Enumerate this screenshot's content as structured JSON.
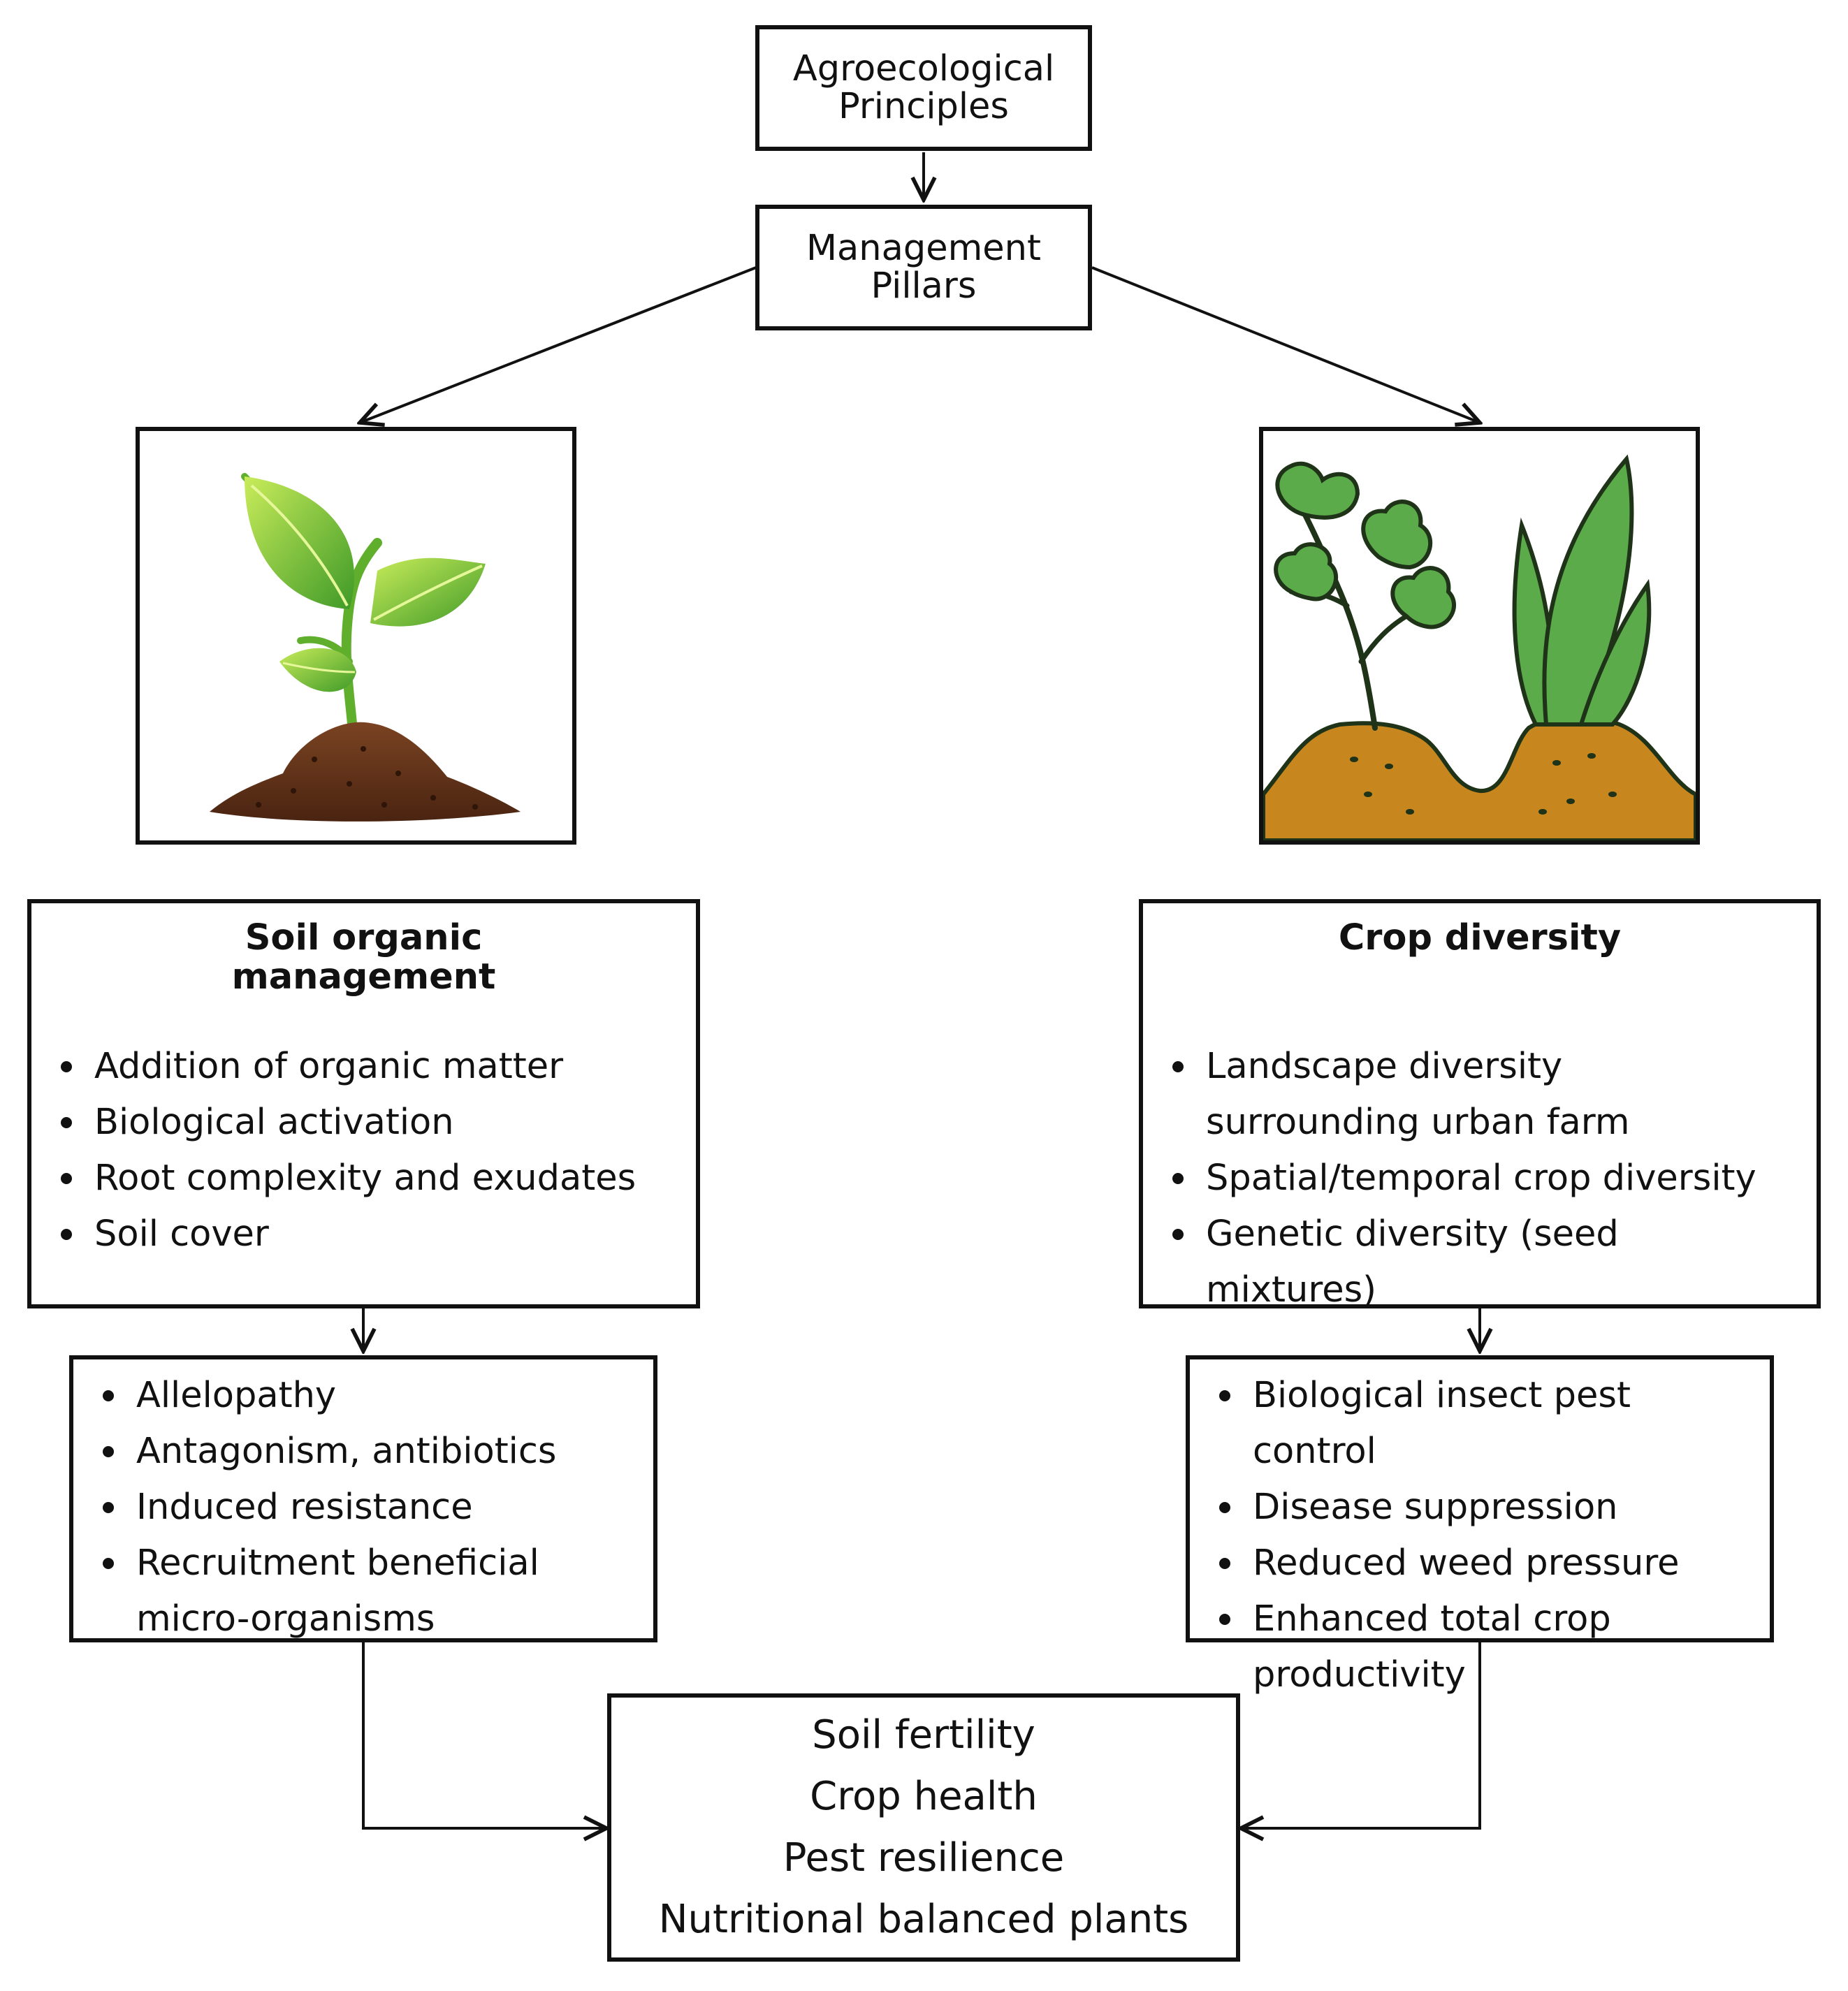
{
  "top_box": {
    "line1": "Agroecological",
    "line2": "Principles"
  },
  "pillars_box": {
    "line1": "Management",
    "line2": "Pillars"
  },
  "left_image": {
    "icon": "seedling-in-soil-icon"
  },
  "right_image": {
    "icon": "crops-in-ridged-soil-icon"
  },
  "soil_box": {
    "title_line1": "Soil organic",
    "title_line2": "management",
    "items": [
      "Addition of organic matter",
      "Biological activation",
      "Root complexity and exudates",
      "Soil cover"
    ]
  },
  "crop_box": {
    "title": "Crop diversity",
    "items": [
      "Landscape diversity surrounding urban farm",
      "Spatial/temporal crop diversity",
      "Genetic diversity (seed mixtures)"
    ]
  },
  "soil_effects": {
    "items": [
      "Allelopathy",
      "Antagonism, antibiotics",
      "Induced resistance",
      "Recruitment beneficial micro-organisms"
    ]
  },
  "crop_effects": {
    "items": [
      "Biological insect pest control",
      "Disease suppression",
      "Reduced weed pressure",
      "Enhanced total crop productivity"
    ]
  },
  "outcomes": {
    "lines": [
      "Soil fertility",
      "Crop health",
      "Pest resilience",
      "Nutritional balanced plants"
    ]
  },
  "colors": {
    "line": "#111111",
    "leaf_light": "#9ed23a",
    "leaf_dark": "#3f9a28",
    "soil_dark": "#5a2f17",
    "cartoon_leaf": "#5bab4a",
    "cartoon_soil": "#c8861f",
    "cartoon_outline": "#1e3318"
  }
}
